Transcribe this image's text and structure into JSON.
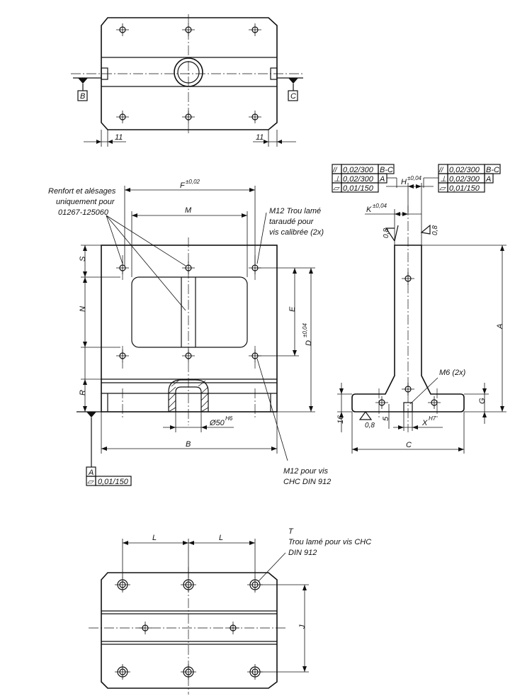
{
  "datums": {
    "b": "B",
    "c": "C",
    "a": "A"
  },
  "top_view": {
    "dim_left": "11",
    "dim_right": "11"
  },
  "front_view": {
    "note_reinforcement_l1": "Renfort et alésages",
    "note_reinforcement_l2": "uniquement pour",
    "note_reinforcement_l3": "01267-125060",
    "dim_f": "F",
    "dim_f_tol": "±0,02",
    "dim_m": "M",
    "note_m12_l1": "M12 Trou lamé",
    "note_m12_l2": "taraudé pour",
    "note_m12_l3": "vis calibrée (2x)",
    "dim_s": "S",
    "dim_n": "N",
    "dim_r": "R",
    "dim_e": "E",
    "dim_d": "D",
    "dim_d_tol": "±0,04",
    "dim_bore": "Ø50",
    "dim_bore_tol": "H6",
    "dim_b": "B",
    "note_m12_bottom_l1": "M12 pour vis",
    "note_m12_bottom_l2": "CHC DIN 912",
    "fcf_flatness": "0,01/150"
  },
  "side_view": {
    "fcf_left_parallel": "0,02/300",
    "fcf_left_parallel_ref": "B-C",
    "fcf_left_perp": "0,02/300",
    "fcf_left_perp_ref": "A",
    "fcf_left_flat": "0,01/150",
    "fcf_right_parallel": "0,02/300",
    "fcf_right_parallel_ref": "B-C",
    "fcf_right_perp": "0,02/300",
    "fcf_right_perp_ref": "A",
    "fcf_right_flat": "0,01/150",
    "dim_h": "H",
    "dim_h_tol": "±0,04",
    "dim_k": "K",
    "dim_k_tol": "±0,04",
    "rough_left": "0,8",
    "rough_right": "0,8",
    "rough_bottom": "0,8",
    "dim_a": "A",
    "note_m6": "M6 (2x)",
    "dim_g": "G",
    "dim_16": "16",
    "dim_5": "5",
    "dim_x": "X",
    "dim_x_tol": "H7",
    "dim_c": "C"
  },
  "bottom_view": {
    "dim_l1": "L",
    "dim_l2": "L",
    "note_t_l1": "T",
    "note_t_l2": "Trou lamé pour vis CHC",
    "note_t_l3": "DIN 912",
    "dim_j": "J"
  },
  "symbols": {
    "parallel": "//",
    "perpendicular": "⊥",
    "flatness": "▱"
  }
}
